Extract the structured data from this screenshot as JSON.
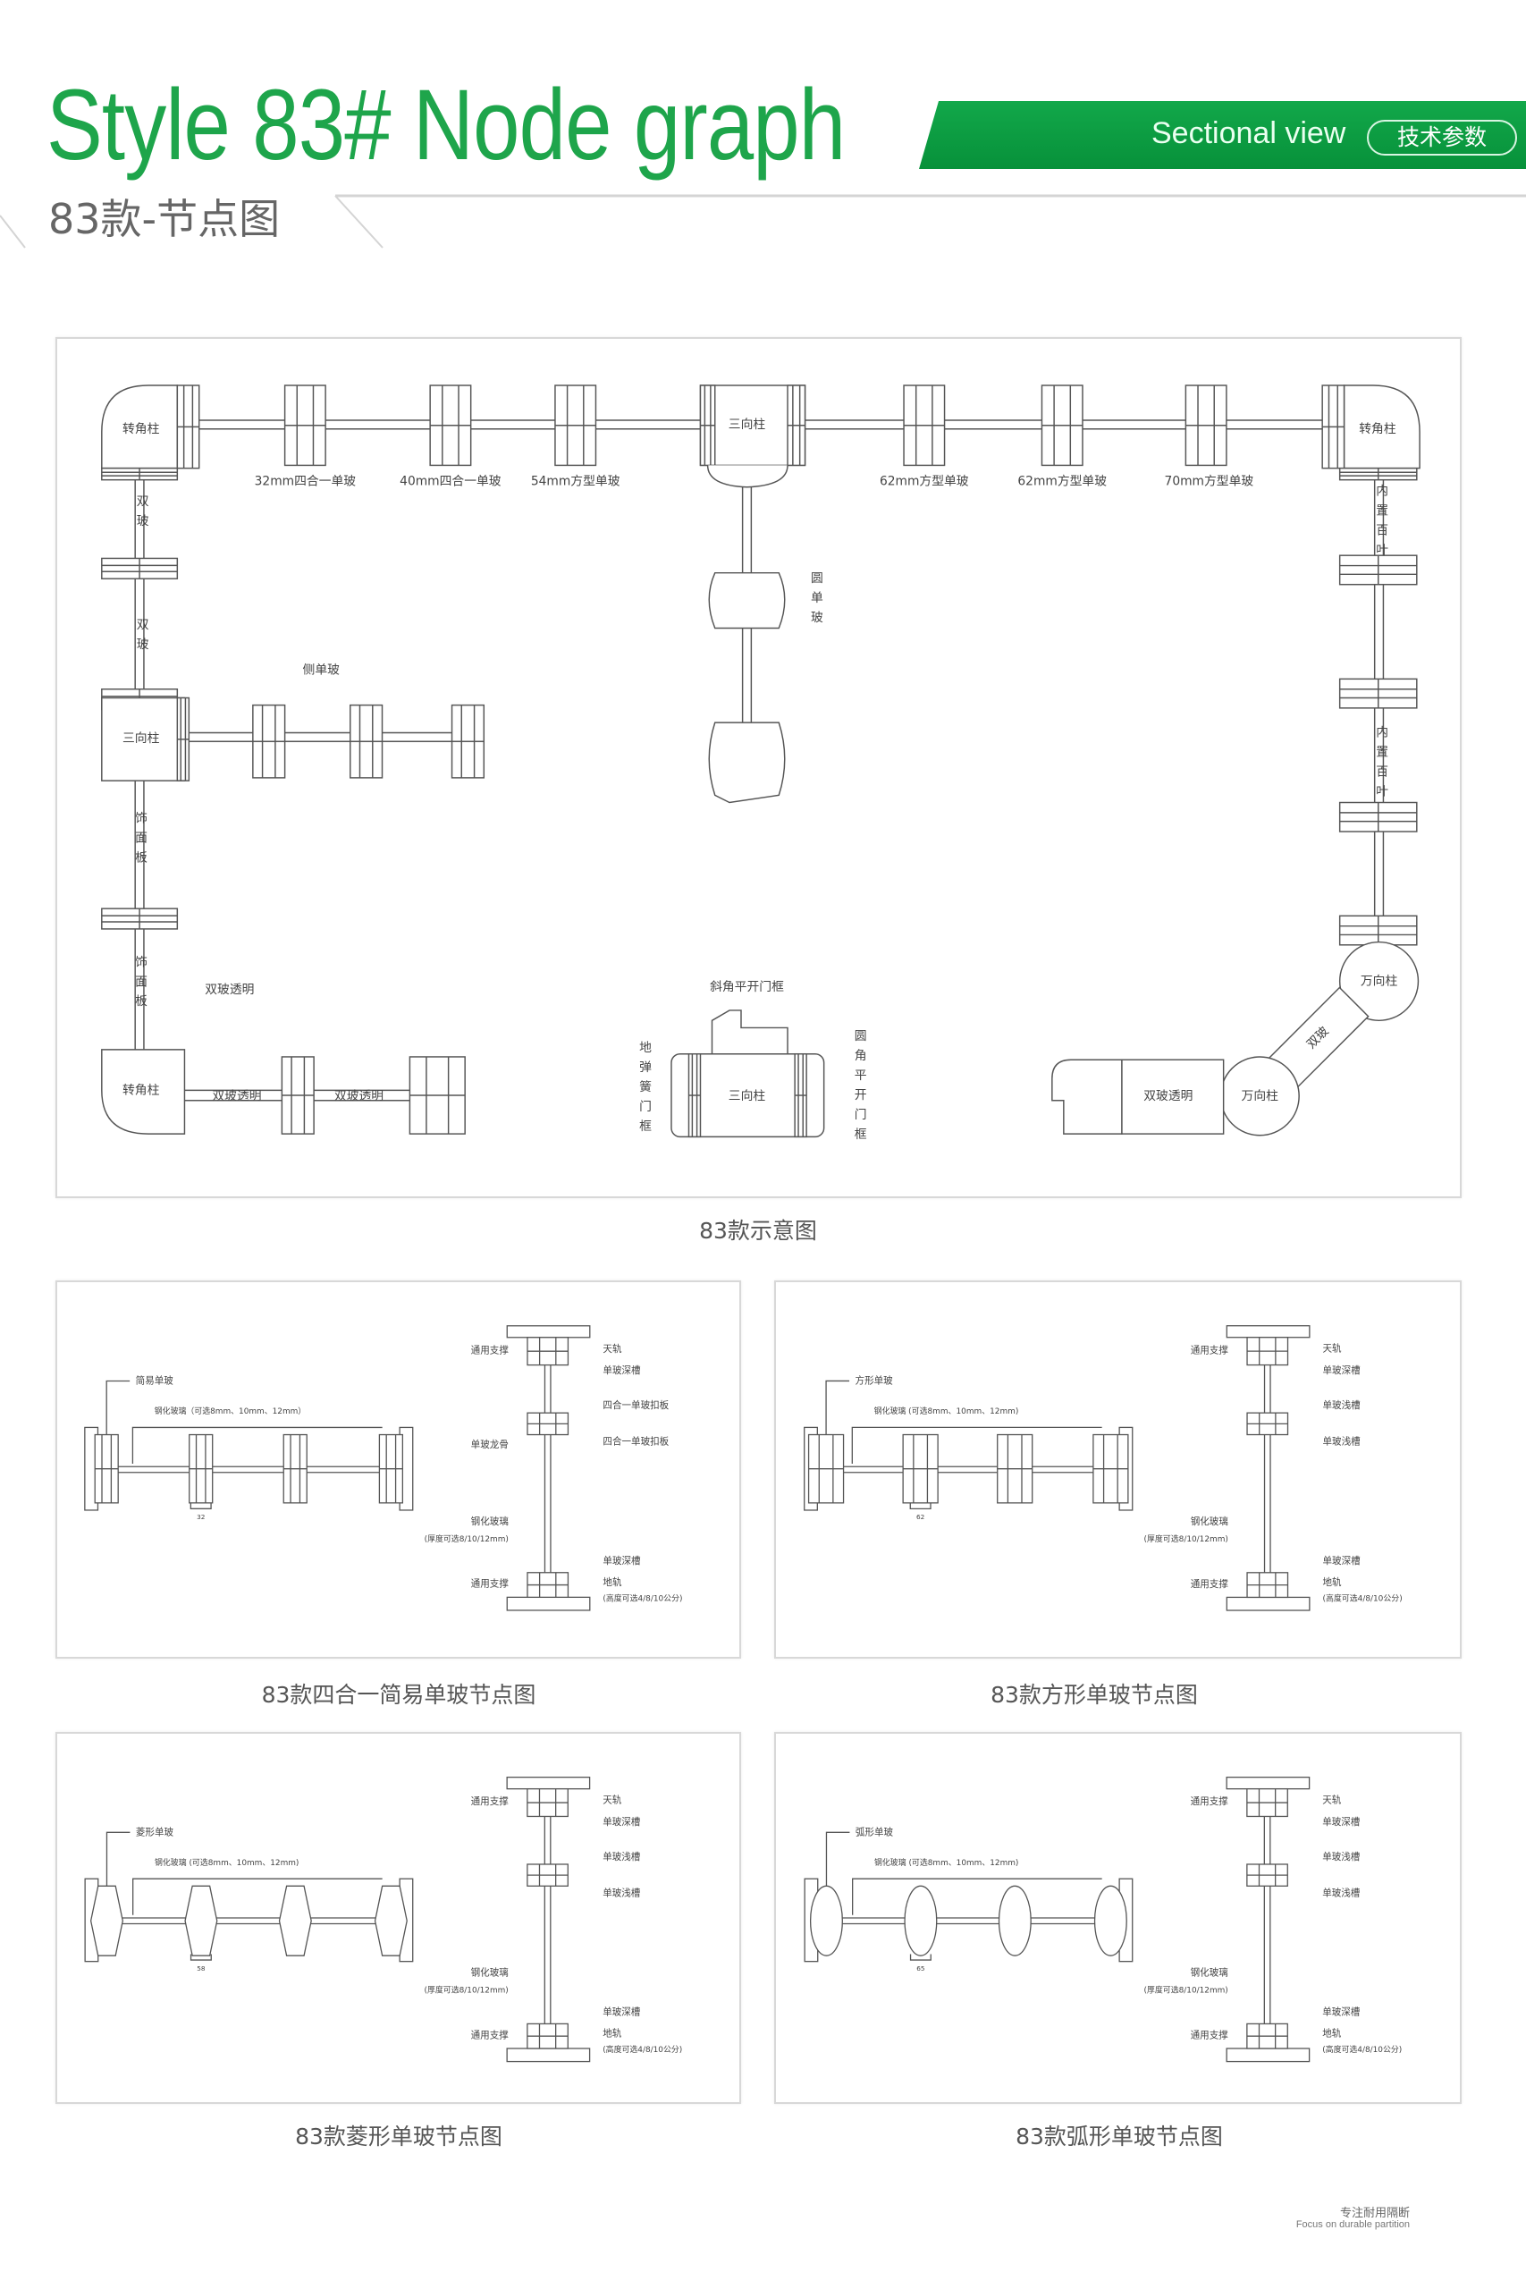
{
  "header": {
    "title": "Style 83# Node graph",
    "subtitle": "83款-节点图",
    "banner_label": "Sectional view",
    "banner_button": "技术参数",
    "accent_color": "#1ea54b"
  },
  "main_diagram": {
    "caption": "83款示意图",
    "labels": {
      "corner_left_top": "转角柱",
      "corner_right_top": "转角柱",
      "corner_left_bottom": "转角柱",
      "top_32": "32mm四合一单玻",
      "top_40": "40mm四合一单玻",
      "top_54": "54mm方型单玻",
      "top_62a": "62mm方型单玻",
      "top_62b": "62mm方型单玻",
      "top_70": "70mm方型单玻",
      "three_way_top": "三向柱",
      "three_way_left": "三向柱",
      "three_way_bottom": "三向柱",
      "double_glass_1": "双玻",
      "double_glass_2": "双玻",
      "side_single": "侧单玻",
      "veneer_1": "饰面板",
      "veneer_2": "饰面板",
      "double_clear_left": "双玻透明",
      "double_clear_b1": "双玻透明",
      "double_clear_b2": "双玻透明",
      "double_clear_right": "双玻透明",
      "round_single": "圆单玻",
      "bevel_door": "斜角平开门框",
      "floor_spring_door": "地弹簧门框",
      "round_door": "圆角平开门框",
      "blinds_1": "内置百叶",
      "blinds_2": "内置百叶",
      "universal_1": "万向柱",
      "universal_2": "万向柱",
      "double_glass_diag": "双玻"
    }
  },
  "panels": [
    {
      "caption": "83款四合一简易单玻节点图",
      "profile_label": "简易单玻",
      "glass_label": "钢化玻璃（可选8mm、10mm、12mm）",
      "dimension": "32",
      "support_top": "通用支撑",
      "keel": "单玻龙骨",
      "glass_v": "钢化玻璃",
      "glass_v_note": "(厚度可选8/10/12mm)",
      "support_bottom": "通用支撑",
      "top_rail": "天轨",
      "deep_top": "单玻深槽",
      "mid_1": "四合一单玻扣板",
      "mid_2": "四合一单玻扣板",
      "deep_bottom": "单玻深槽",
      "floor_rail": "地轨",
      "floor_note": "(高度可选4/8/10公分)"
    },
    {
      "caption": "83款方形单玻节点图",
      "profile_label": "方形单玻",
      "glass_label": "钢化玻璃 (可选8mm、10mm、12mm)",
      "dimension": "62",
      "support_top": "通用支撑",
      "glass_v": "钢化玻璃",
      "glass_v_note": "(厚度可选8/10/12mm)",
      "support_bottom": "通用支撑",
      "top_rail": "天轨",
      "deep_top": "单玻深槽",
      "mid_1": "单玻浅槽",
      "mid_2": "单玻浅槽",
      "deep_bottom": "单玻深槽",
      "floor_rail": "地轨",
      "floor_note": "(高度可选4/8/10公分)"
    },
    {
      "caption": "83款菱形单玻节点图",
      "profile_label": "菱形单玻",
      "glass_label": "钢化玻璃 (可选8mm、10mm、12mm)",
      "dimension": "58",
      "support_top": "通用支撑",
      "glass_v": "钢化玻璃",
      "glass_v_note": "(厚度可选8/10/12mm)",
      "support_bottom": "通用支撑",
      "top_rail": "天轨",
      "deep_top": "单玻深槽",
      "mid_1": "单玻浅槽",
      "mid_2": "单玻浅槽",
      "deep_bottom": "单玻深槽",
      "floor_rail": "地轨",
      "floor_note": "(高度可选4/8/10公分)"
    },
    {
      "caption": "83款弧形单玻节点图",
      "profile_label": "弧形单玻",
      "glass_label": "钢化玻璃 (可选8mm、10mm、12mm)",
      "dimension": "65",
      "support_top": "通用支撑",
      "glass_v": "钢化玻璃",
      "glass_v_note": "(厚度可选8/10/12mm)",
      "support_bottom": "通用支撑",
      "top_rail": "天轨",
      "deep_top": "单玻深槽",
      "mid_1": "单玻浅槽",
      "mid_2": "单玻浅槽",
      "deep_bottom": "单玻深槽",
      "floor_rail": "地轨",
      "floor_note": "(高度可选4/8/10公分)"
    }
  ],
  "footer": {
    "slogan_cn": "专注耐用隔断",
    "slogan_en": "Focus on durable partition"
  }
}
